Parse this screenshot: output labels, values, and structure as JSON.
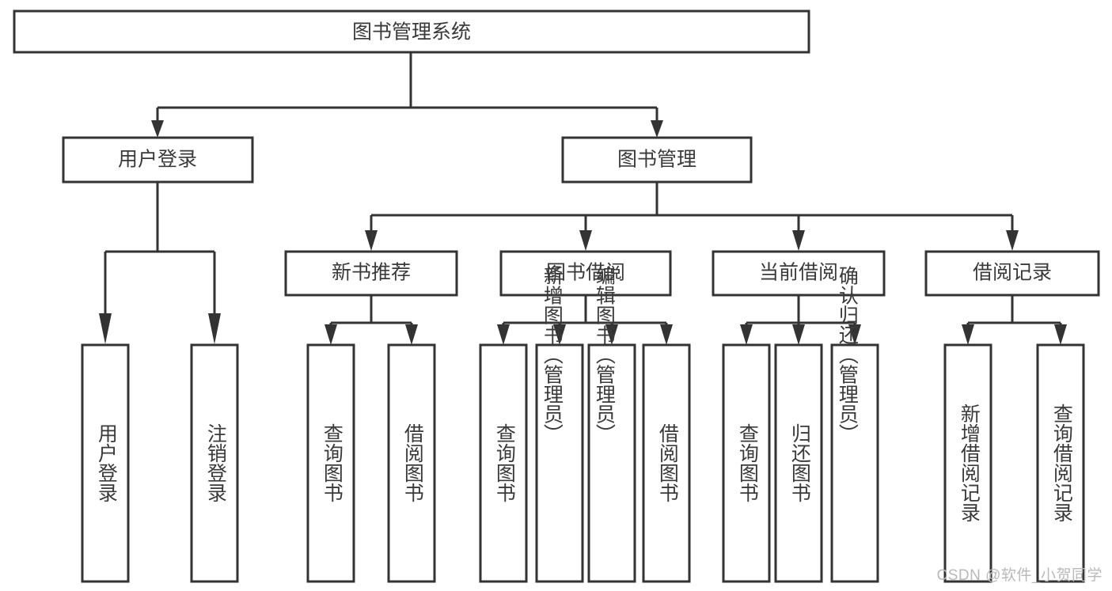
{
  "diagram": {
    "title": "图书管理系统",
    "watermark": "CSDN @软件_小贺同学",
    "colors": {
      "stroke": "#333333",
      "box_fill": "#ffffff",
      "text": "#3a3a3a",
      "background": "#ffffff",
      "watermark": "#b9b9b9"
    },
    "root": {
      "label": "图书管理系统"
    },
    "level1": [
      {
        "label": "用户登录"
      },
      {
        "label": "图书管理"
      }
    ],
    "level2": [
      {
        "label": "新书推荐"
      },
      {
        "label": "图书借阅"
      },
      {
        "label": "当前借阅"
      },
      {
        "label": "借阅记录"
      }
    ],
    "leaves": {
      "user_login": [
        {
          "label": "用户登录"
        },
        {
          "label": "注销登录"
        }
      ],
      "new_book_recommend": [
        {
          "label": "查询图书"
        },
        {
          "label": "借阅图书"
        }
      ],
      "book_borrow": [
        {
          "label": "查询图书"
        },
        {
          "label": "新增图书（管理员）"
        },
        {
          "label": "编辑图书（管理员）"
        },
        {
          "label": "借阅图书"
        }
      ],
      "current_borrow": [
        {
          "label": "查询图书"
        },
        {
          "label": "归还图书"
        },
        {
          "label": "确认归还（管理员）"
        }
      ],
      "borrow_record": [
        {
          "label": "新增借阅记录"
        },
        {
          "label": "查询借阅记录"
        }
      ]
    }
  }
}
